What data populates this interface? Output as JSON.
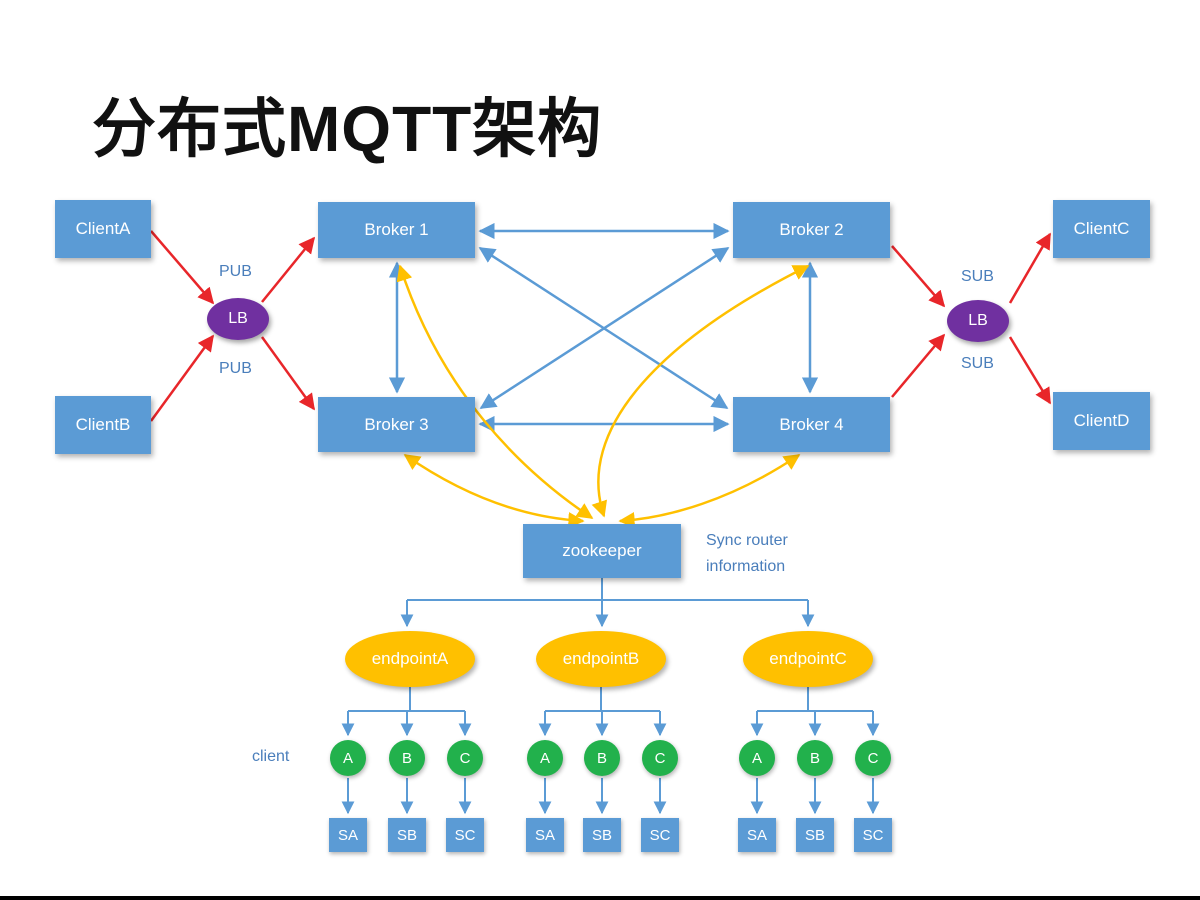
{
  "title": "分布式MQTT架构",
  "left": {
    "clients": [
      {
        "label": "ClientA"
      },
      {
        "label": "ClientB"
      }
    ],
    "lb": "LB",
    "pub_top": "PUB",
    "pub_bottom": "PUB"
  },
  "right": {
    "clients": [
      {
        "label": "ClientC"
      },
      {
        "label": "ClientD"
      }
    ],
    "lb": "LB",
    "sub_top": "SUB",
    "sub_bottom": "SUB"
  },
  "brokers": [
    {
      "label": "Broker 1"
    },
    {
      "label": "Broker 2"
    },
    {
      "label": "Broker 3"
    },
    {
      "label": "Broker 4"
    }
  ],
  "zookeeper": {
    "label": "zookeeper",
    "note": "Sync router information"
  },
  "endpoints": [
    {
      "label": "endpointA"
    },
    {
      "label": "endpointB"
    },
    {
      "label": "endpointC"
    }
  ],
  "client_label": "client",
  "subclients": [
    "A",
    "B",
    "C"
  ],
  "subscribers": [
    "SA",
    "SB",
    "SC"
  ],
  "colors": {
    "node_blue": "#5b9bd5",
    "lb_purple": "#7030a0",
    "endpoint_yellow": "#ffc000",
    "subclient_green": "#22b14c",
    "pub_sub_red": "#e8262a",
    "label_blue": "#4a7ebb"
  }
}
